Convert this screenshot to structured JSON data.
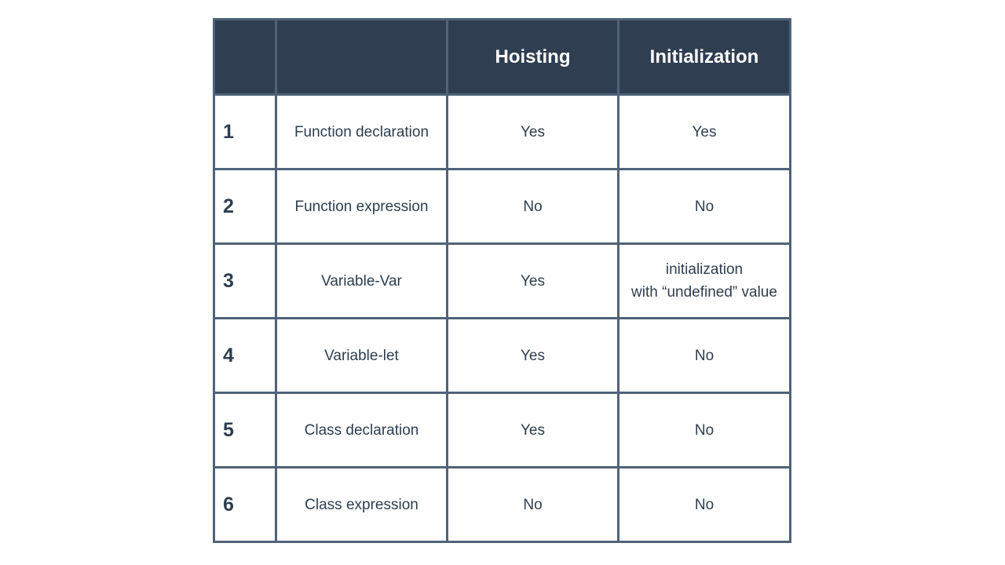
{
  "table": {
    "headers": [
      "",
      "",
      "Hoisting",
      "Initialization"
    ],
    "rows": [
      {
        "num": "1",
        "name": "Function declaration",
        "hoisting": "Yes",
        "init": [
          "Yes"
        ]
      },
      {
        "num": "2",
        "name": "Function expression",
        "hoisting": "No",
        "init": [
          "No"
        ]
      },
      {
        "num": "3",
        "name": "Variable-Var",
        "hoisting": "Yes",
        "init": [
          "initialization",
          "with “undefined” value"
        ]
      },
      {
        "num": "4",
        "name": "Variable-let",
        "hoisting": "Yes",
        "init": [
          "No"
        ]
      },
      {
        "num": "5",
        "name": "Class declaration",
        "hoisting": "Yes",
        "init": [
          "No"
        ]
      },
      {
        "num": "6",
        "name": "Class expression",
        "hoisting": "No",
        "init": [
          "No"
        ]
      }
    ]
  },
  "colors": {
    "header_bg": "#2f3f51",
    "border": "#4f6378",
    "text": "#2d3e4f"
  }
}
